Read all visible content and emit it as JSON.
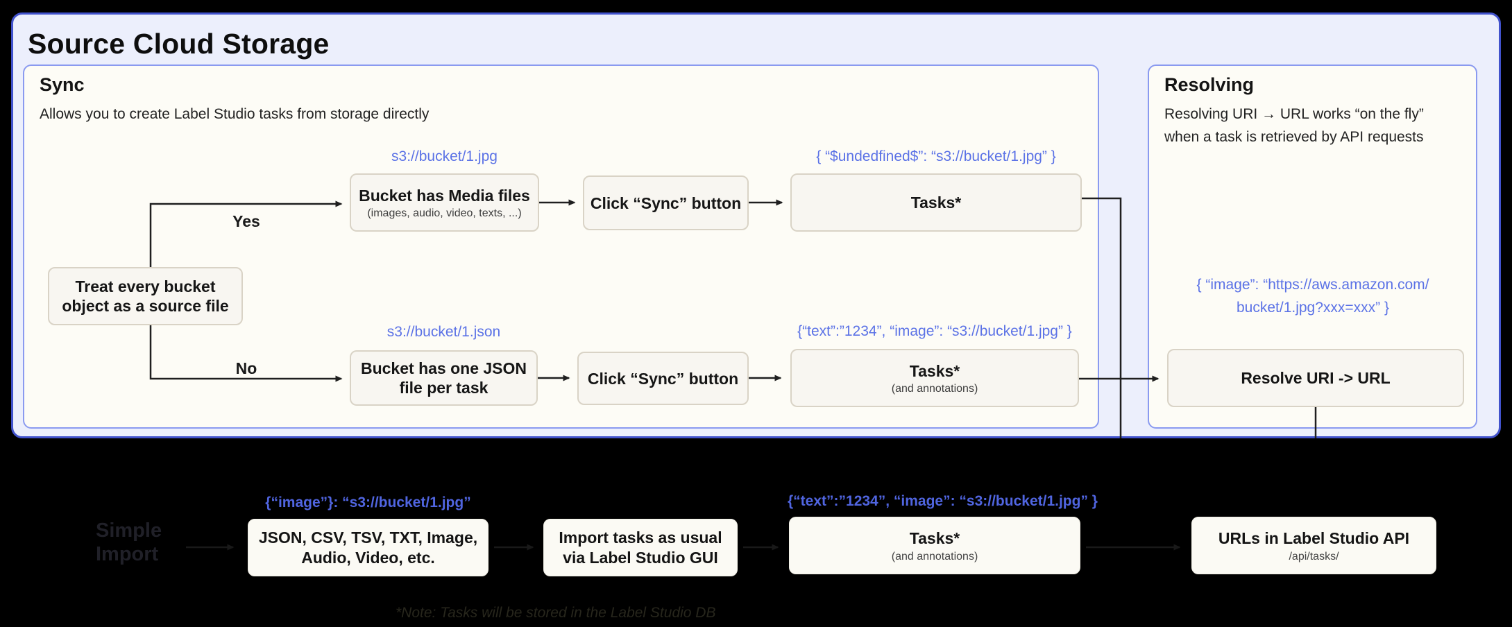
{
  "title": "Source Cloud Storage",
  "sync": {
    "title": "Sync",
    "subtitle": "Allows you to create Label Studio tasks from storage directly",
    "decision": {
      "line1": "Treat every bucket",
      "line2": "object as a source file"
    },
    "yes_label": "Yes",
    "no_label": "No",
    "top_row": {
      "uri": "s3://bucket/1.jpg",
      "media_box": {
        "title": "Bucket has Media files",
        "sub": "(images, audio, video, texts, ...)"
      },
      "sync_button": "Click “Sync” button",
      "json": "{ “$undedfined$”: “s3://bucket/1.jpg” }",
      "tasks": "Tasks*"
    },
    "bottom_row": {
      "uri": "s3://bucket/1.json",
      "json_box": {
        "line1": "Bucket has one JSON",
        "line2": "file per task"
      },
      "sync_button": "Click “Sync” button",
      "json": "{“text”:”1234”,  “image”: “s3://bucket/1.jpg” }",
      "tasks": "Tasks*",
      "tasks_sub": "(and annotations)"
    }
  },
  "resolving": {
    "title": "Resolving",
    "desc1": "Resolving URI → URL works “on the fly”",
    "desc2": "when a task is retrieved by API requests",
    "json1": "{ “image”: “https://aws.amazon.com/",
    "json2": "bucket/1.jpg?xxx=xxx” }",
    "resolve_box": "Resolve URI -> URL"
  },
  "import_row": {
    "label_line1": "Simple",
    "label_line2": "Import",
    "json_formats": "{“image”}: “s3://bucket/1.jpg”",
    "formats_box": {
      "line1": "JSON, CSV, TSV, TXT, Image,",
      "line2": "Audio, Video, etc."
    },
    "gui_box": {
      "line1": "Import tasks as usual",
      "line2": "via Label Studio GUI"
    },
    "json_tasks": "{“text”:”1234”,  “image”: “s3://bucket/1.jpg” }",
    "tasks_box": {
      "title": "Tasks*",
      "sub": "(and annotations)"
    },
    "api_box": {
      "title": "URLs in Label Studio API",
      "sub": "/api/tasks/"
    }
  },
  "note": "*Note: Tasks will be stored in the Label Studio DB",
  "colors": {
    "background": "#000000",
    "outer_panel_bg": "#eceffc",
    "outer_panel_border": "#4152cc",
    "inner_panel_bg": "#fdfcf6",
    "inner_panel_border": "#8a9af0",
    "box_bg": "#f8f6f1",
    "box_border": "#d9d3c6",
    "accent_blue": "#5b72e6",
    "text": "#161616"
  }
}
